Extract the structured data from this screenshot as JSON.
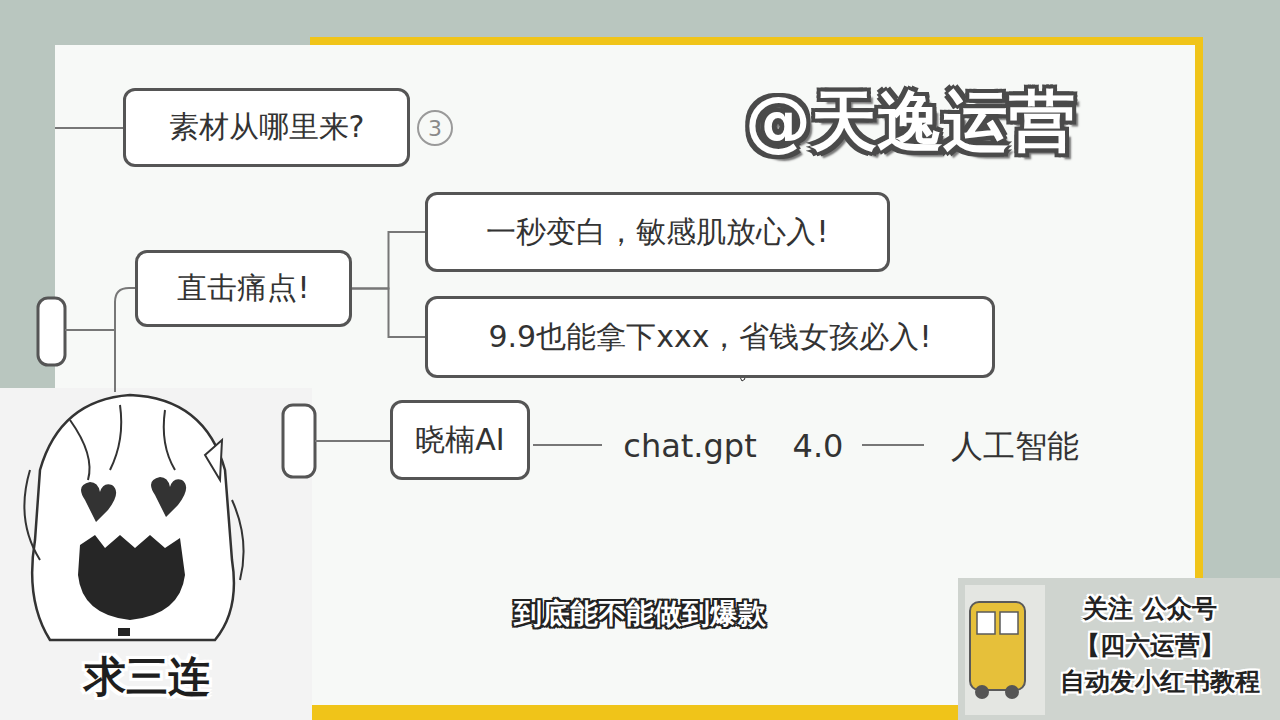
{
  "diagram": {
    "nodes": [
      {
        "text": [
          "素材从哪里来?"
        ]
      },
      {
        "text": [
          "3"
        ]
      },
      {
        "text": [
          "直击痛点!"
        ]
      },
      {
        "text": [
          "一秒变白，敏感肌放心入!"
        ]
      },
      {
        "text": [
          "9.9也能拿下xxx，省钱女孩必入!"
        ]
      },
      {
        "text": [
          "晓楠AI"
        ]
      }
    ],
    "edges": [
      {
        "from": 2,
        "to": 3,
        "arrow": "none"
      },
      {
        "from": 2,
        "to": 4,
        "arrow": "none"
      }
    ],
    "labels": [
      "@天逸运营",
      "chat.gpt",
      "4.0",
      "人工智能",
      "到底能不能做到爆款",
      "求三连",
      "关注 公众号",
      "【四六运营】",
      "自动发小红书教程"
    ]
  }
}
